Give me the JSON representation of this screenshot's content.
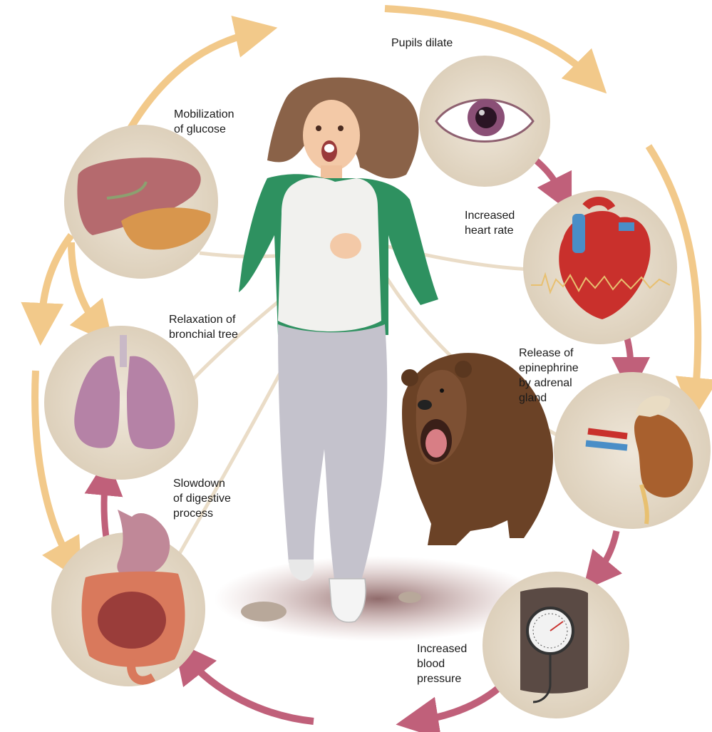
{
  "labels": {
    "pupils": "Pupils dilate",
    "heart_1": "Increased",
    "heart_2": "heart rate",
    "epi_1": "Release of",
    "epi_2": "epinephrine",
    "epi_3": "by adrenal",
    "epi_4": "gland",
    "bp_1": "Increased",
    "bp_2": "blood",
    "bp_3": "pressure",
    "digest_1": "Slowdown",
    "digest_2": "of digestive",
    "digest_3": "process",
    "bronch_1": "Relaxation of",
    "bronch_2": "bronchial tree",
    "glucose_1": "Mobilization",
    "glucose_2": "of glucose"
  },
  "colors": {
    "circle_bg": "#e6dccb",
    "yellow_arrow": "#f2c98a",
    "red_arrow": "#c0607a",
    "jacket": "#2e9160",
    "pants": "#c4c2cc",
    "bear": "#6b4226"
  }
}
